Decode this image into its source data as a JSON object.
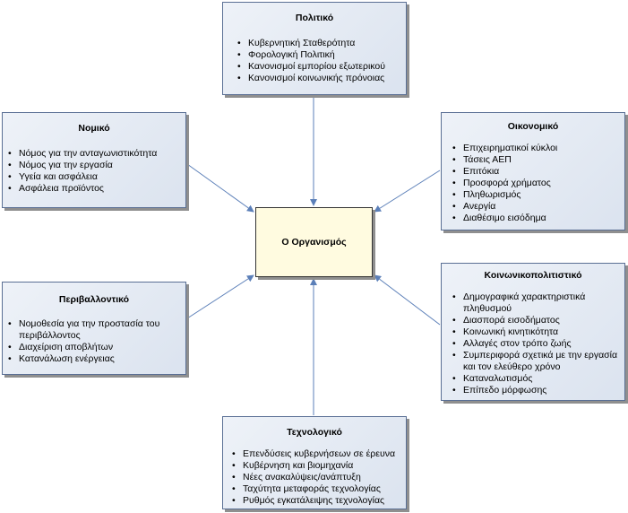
{
  "center": {
    "label": "Ο Οργανισμός"
  },
  "boxes": {
    "political": {
      "title": "Πολιτικό",
      "items": [
        "Κυβερνητική Σταθερότητα",
        "Φορολογική Πολιτική",
        "Κανονισμοί εμπορίου εξωτερικού",
        "Κανονισμοί κοινωνικής πρόνοιας"
      ]
    },
    "legal": {
      "title": "Νομικό",
      "items": [
        "Νόμος για την ανταγωνιστικότητα",
        "Νόμος για την εργασία",
        "Υγεία και ασφάλεια",
        "Ασφάλεια προϊόντος"
      ]
    },
    "economic": {
      "title": "Οικονομικό",
      "items": [
        "Επιχειρηματικοί κύκλοι",
        "Τάσεις ΑΕΠ",
        "Επιτόκια",
        "Προσφορά χρήματος",
        "Πληθωρισμός",
        "Ανεργία",
        "Διαθέσιμο εισόδημα"
      ]
    },
    "environmental": {
      "title": "Περιβαλλοντικό",
      "items": [
        "Νομοθεσία για την προστασία του περιβάλλοντος",
        "Διαχείριση αποβλήτων",
        "Κατανάλωση ενέργειας"
      ]
    },
    "sociocultural": {
      "title": "Κοινωνικοπολιτιστικό",
      "items": [
        "Δημογραφικά χαρακτηριστικά πληθυσμού",
        "Διασπορά εισοδήματος",
        "Κοινωνική κινητικότητα",
        "Αλλαγές στον τρόπο ζωής",
        "Συμπεριφορά σχετικά με την εργασία και τον ελεύθερο χρόνο",
        "Καταναλωτισμός",
        "Επίπεδο μόρφωσης"
      ]
    },
    "technological": {
      "title": "Τεχνολογικό",
      "items": [
        "Επενδύσεις κυβερνήσεων σε έρευνα",
        "Κυβέρνηση και βιομηχανία",
        "Νέες ανακαλύψεις/ανάπτυξη",
        "Ταχύτητα μεταφοράς τεχνολογίας",
        "Ρυθμός εγκατάλειψης τεχνολογίας"
      ]
    }
  },
  "colors": {
    "box_border": "#5a6f94",
    "arrow": "#5b7fb8",
    "center_fill": "#fffbe0"
  }
}
